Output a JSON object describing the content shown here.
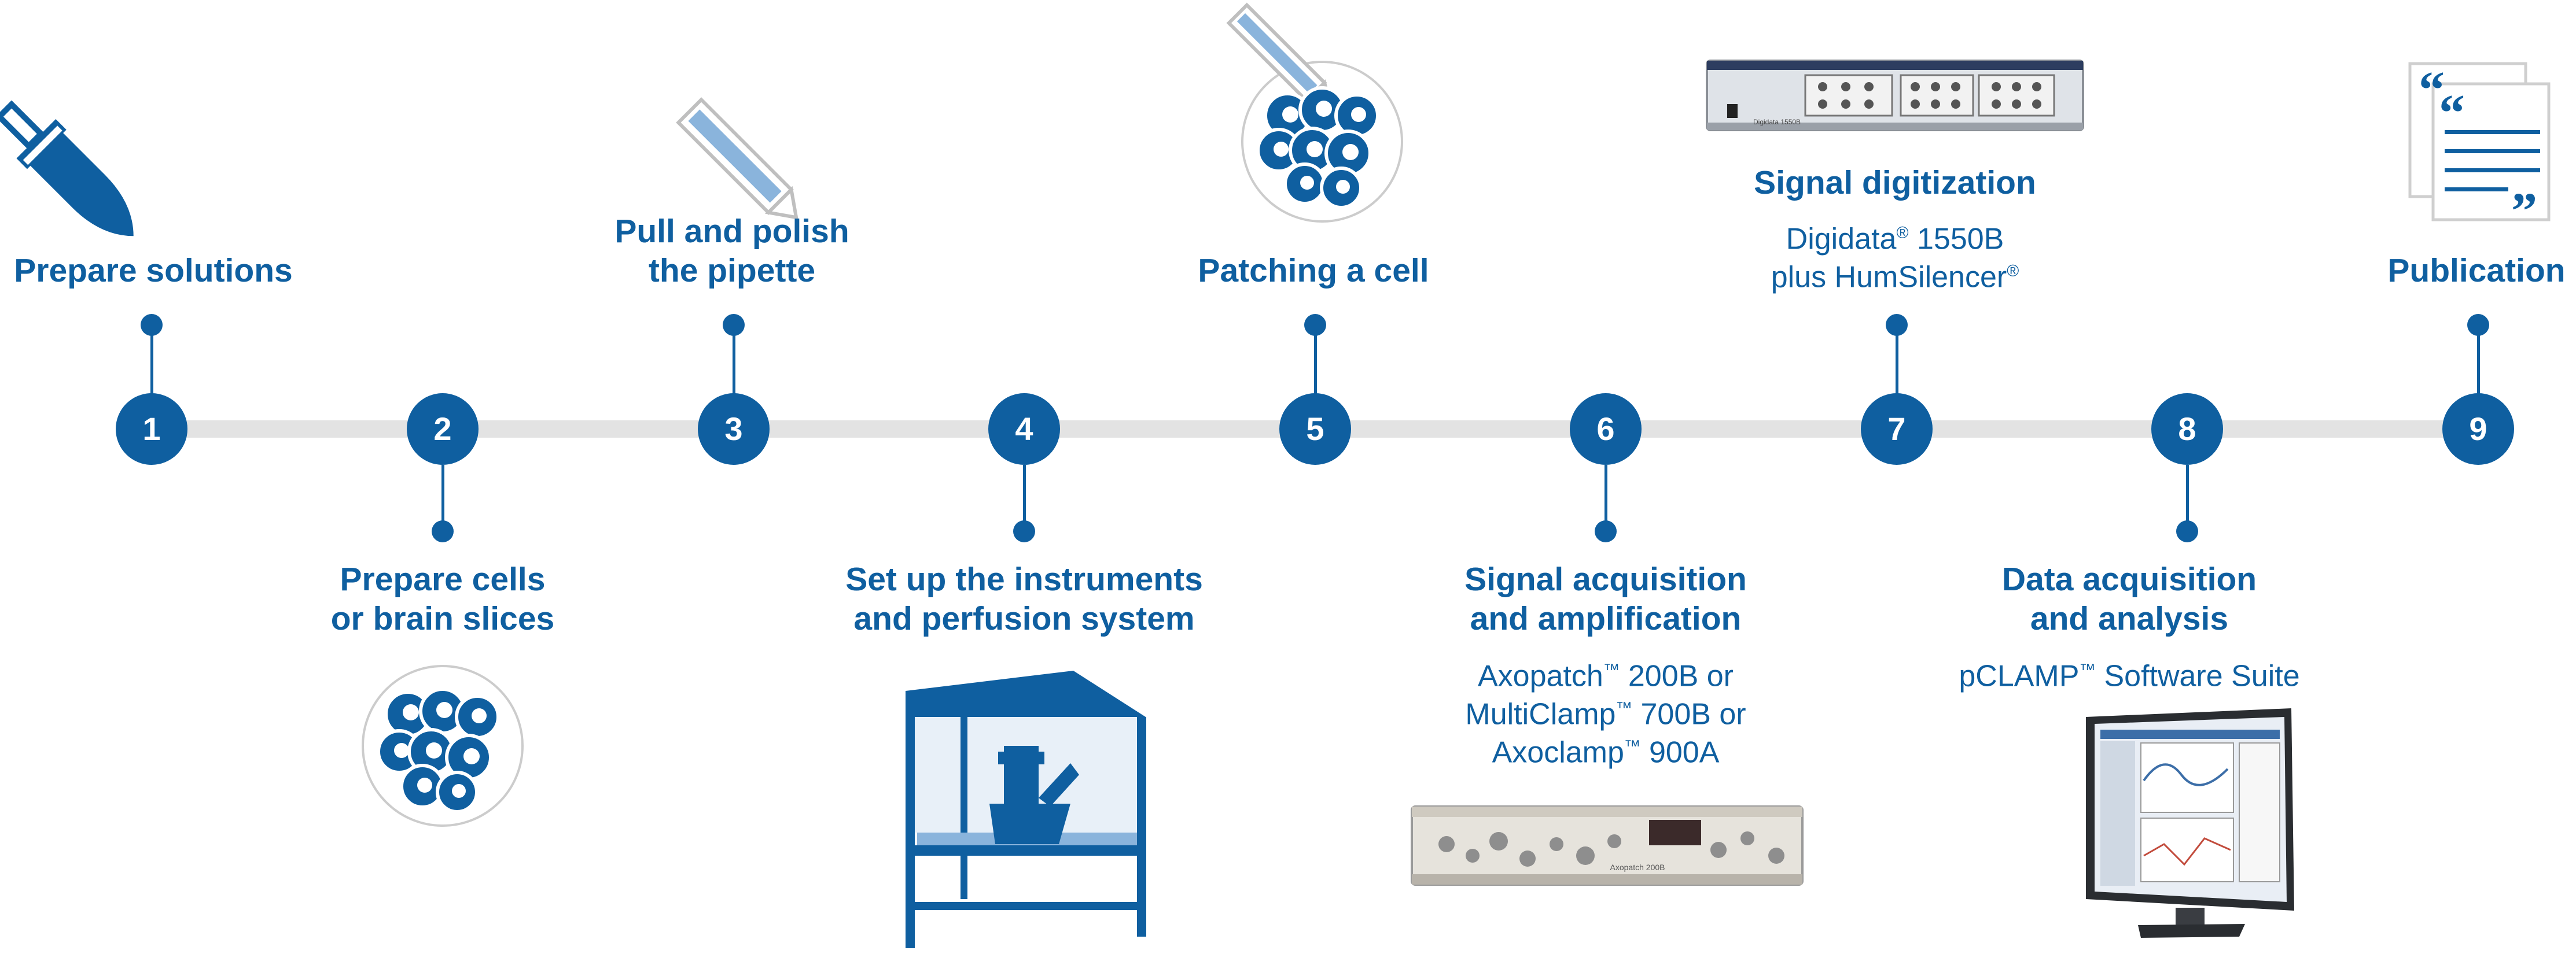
{
  "steps": [
    {
      "number": "1",
      "title": "Prepare solutions"
    },
    {
      "number": "2",
      "title_line1": "Prepare cells",
      "title_line2": "or brain slices"
    },
    {
      "number": "3",
      "title_line1": "Pull and polish",
      "title_line2": "the pipette"
    },
    {
      "number": "4",
      "title_line1": "Set up the instruments",
      "title_line2": "and perfusion system"
    },
    {
      "number": "5",
      "title": "Patching a cell"
    },
    {
      "number": "6",
      "title_line1": "Signal acquisition",
      "title_line2": "and amplification",
      "products": [
        {
          "name": "Axopatch",
          "mark": "™",
          "rest": " 200B or"
        },
        {
          "name": "MultiClamp",
          "mark": "™",
          "rest": " 700B or"
        },
        {
          "name": "Axoclamp",
          "mark": "™",
          "rest": " 900A"
        }
      ]
    },
    {
      "number": "7",
      "title": "Signal digitization",
      "products": [
        {
          "name": "Digidata",
          "mark": "®",
          "rest": " 1550B"
        },
        {
          "name": "plus HumSilencer",
          "mark": "®",
          "rest": ""
        }
      ]
    },
    {
      "number": "8",
      "title_line1": "Data acquisition",
      "title_line2": "and analysis",
      "products": [
        {
          "name": "pCLAMP",
          "mark": "™",
          "rest": " Software Suite"
        }
      ]
    },
    {
      "number": "9",
      "title": "Publication"
    }
  ],
  "device_labels": {
    "amplifier": "Axopatch 200B",
    "digitizer": "Digidata 1550B"
  },
  "colors": {
    "brand_blue": "#0f5fa0",
    "track_gray": "#e3e3e3",
    "light_blue": "#8ab4dc"
  }
}
